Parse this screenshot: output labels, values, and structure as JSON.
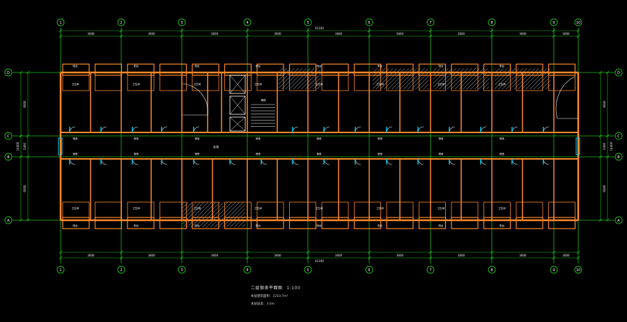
{
  "drawing": {
    "title": "二层宿舍平面图",
    "scale": "1:100",
    "note_1": "本层建筑面积：1210.7m²",
    "note_2": "本层层高：3.6m",
    "corridor_label": "走道",
    "stair_label": "楼梯"
  },
  "grid": {
    "columns": [
      "1",
      "2",
      "3",
      "4",
      "5",
      "6",
      "7",
      "8",
      "9",
      "10"
    ],
    "rows": [
      "D",
      "C",
      "B",
      "A"
    ]
  },
  "dimensions": {
    "top": [
      "3600",
      "3600",
      "3600",
      "3600",
      "3600",
      "3600",
      "3600",
      "3600",
      "3600"
    ],
    "total": "41100",
    "right": [
      "6000",
      "2400",
      "6000"
    ],
    "overall_depth": "14400"
  },
  "rooms": {
    "north_label": "宿舍",
    "south_label": "宿舍",
    "bath_label": "卫生间",
    "balcony_label": "阳台"
  },
  "colors": {
    "grid": "#21c21b",
    "walls": "#ff8a2a",
    "hatch": "#9aa0a6",
    "doors": "#00d8ff",
    "text": "#ffffff",
    "background": "#000000"
  }
}
